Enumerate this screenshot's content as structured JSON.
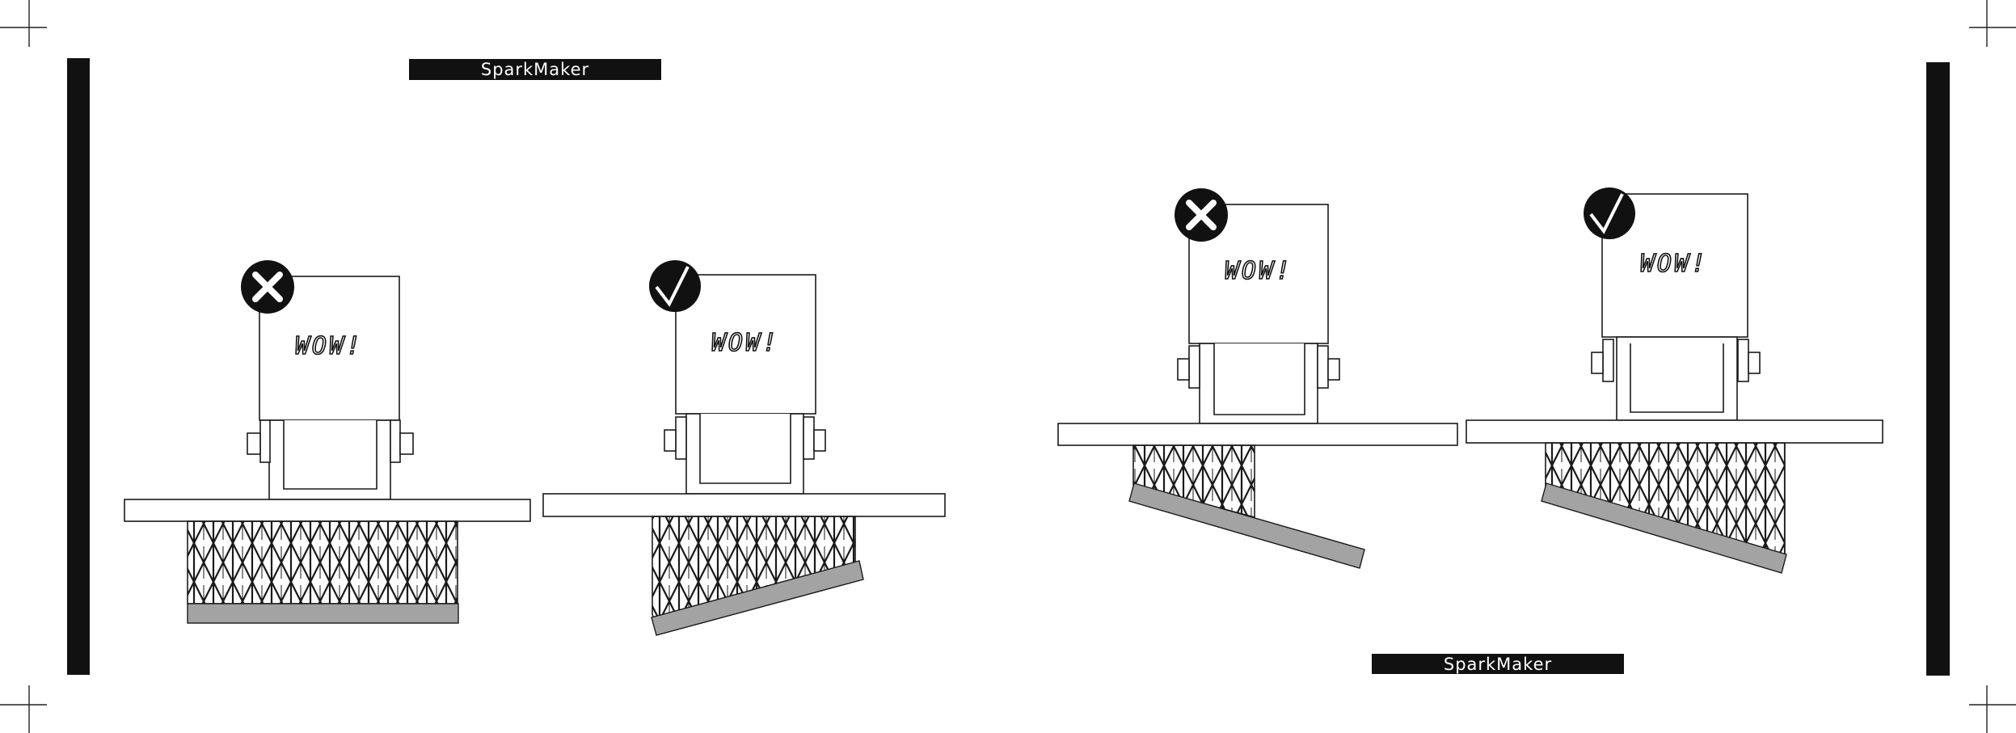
{
  "brand": {
    "logo_text": "SparkMaker",
    "bar_color": "#111111"
  },
  "colors": {
    "ink": "#1a1a1a",
    "plate": "#a3a3a3",
    "paper": "#ffffff"
  },
  "panels": [
    {
      "id": "p1",
      "status": "incorrect",
      "icon": "cross-icon",
      "model_text": "WOW!"
    },
    {
      "id": "p2",
      "status": "correct",
      "icon": "check-icon",
      "model_text": "WOW!"
    },
    {
      "id": "p3",
      "status": "incorrect",
      "icon": "cross-icon",
      "model_text": "WOW!"
    },
    {
      "id": "p4",
      "status": "correct",
      "icon": "check-icon",
      "model_text": "WOW!"
    }
  ]
}
